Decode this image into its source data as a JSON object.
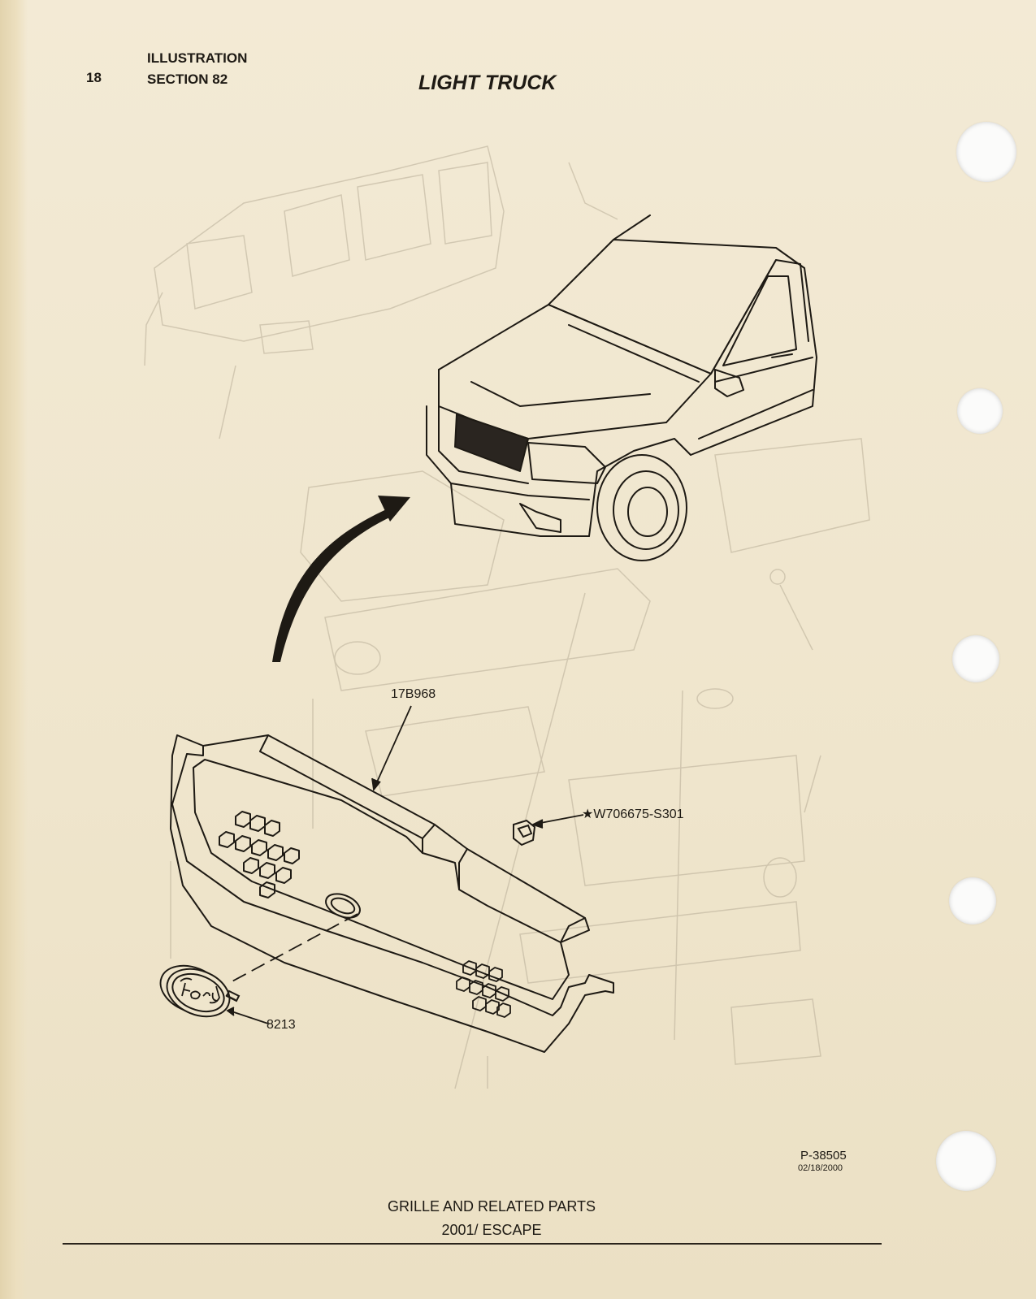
{
  "header": {
    "page_number": "18",
    "illustration_label": "ILLUSTRATION",
    "section_label": "SECTION 82",
    "title": "LIGHT TRUCK"
  },
  "callouts": {
    "grille": "17B968",
    "clip": "★W706675-S301",
    "emblem": "8213"
  },
  "reference": {
    "number": "P-38505",
    "date": "02/18/2000"
  },
  "footer": {
    "line1": "GRILLE AND RELATED PARTS",
    "line2": "2001/ ESCAPE"
  }
}
